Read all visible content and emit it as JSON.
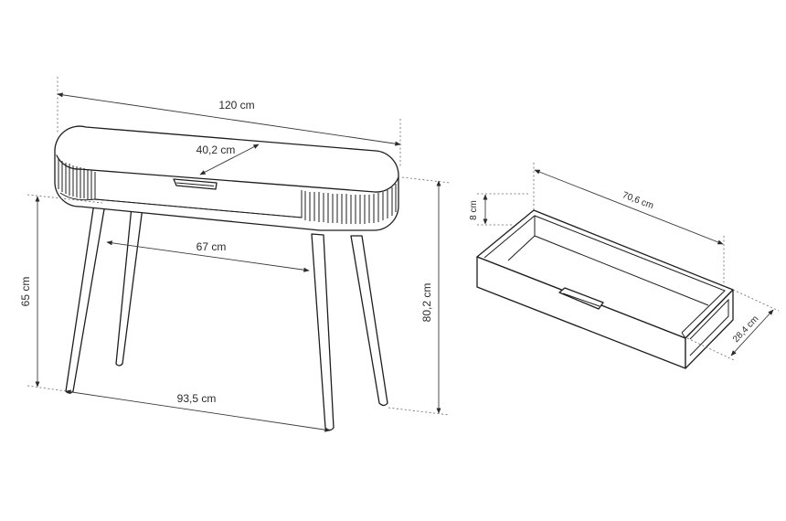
{
  "dimensions": {
    "table_width": "120 cm",
    "table_depth": "40,2 cm",
    "leg_span_depth": "67 cm",
    "leg_height": "65 cm",
    "leg_span_width": "93,5 cm",
    "total_height": "80,2 cm",
    "drawer_width": "70,6 cm",
    "drawer_height": "8 cm",
    "drawer_depth": "28,4 cm"
  }
}
